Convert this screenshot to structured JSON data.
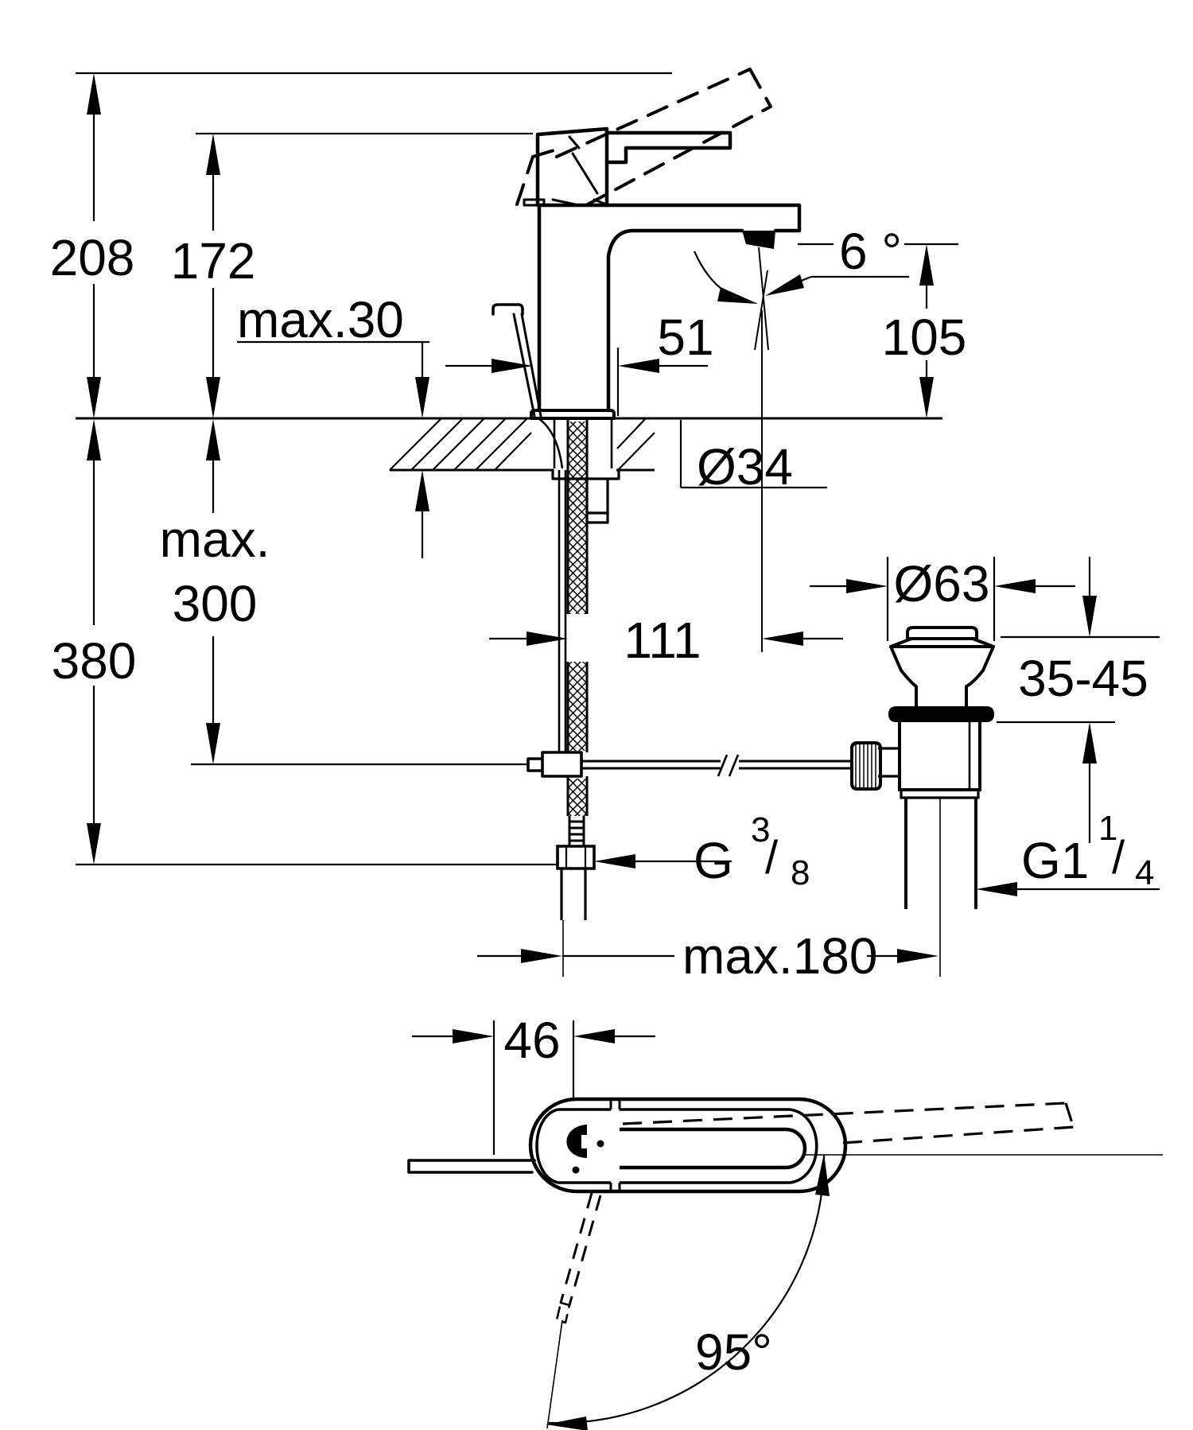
{
  "drawing": {
    "front": {
      "overall_height": "208",
      "lever_height": "172",
      "counter_thickness": "max.30",
      "spout_depth": "51",
      "spout_angle": "6 °",
      "outlet_height": "105",
      "hole_diameter": "Ø34",
      "hose_depth_line1": "max.",
      "hose_depth_line2": "300",
      "total_depth": "380",
      "outlet_offset": "111",
      "reach_max": "max.180",
      "supply_thread": {
        "base": "G",
        "sup": "3",
        "slash": "/",
        "sub": "8"
      },
      "drain": {
        "flange_diameter": "Ø63",
        "mount_range": "35-45",
        "thread": {
          "base": "G1",
          "sup": "1",
          "slash": "/",
          "sub": "4"
        }
      }
    },
    "top": {
      "body_width": "46",
      "swivel_angle": "95°"
    }
  }
}
